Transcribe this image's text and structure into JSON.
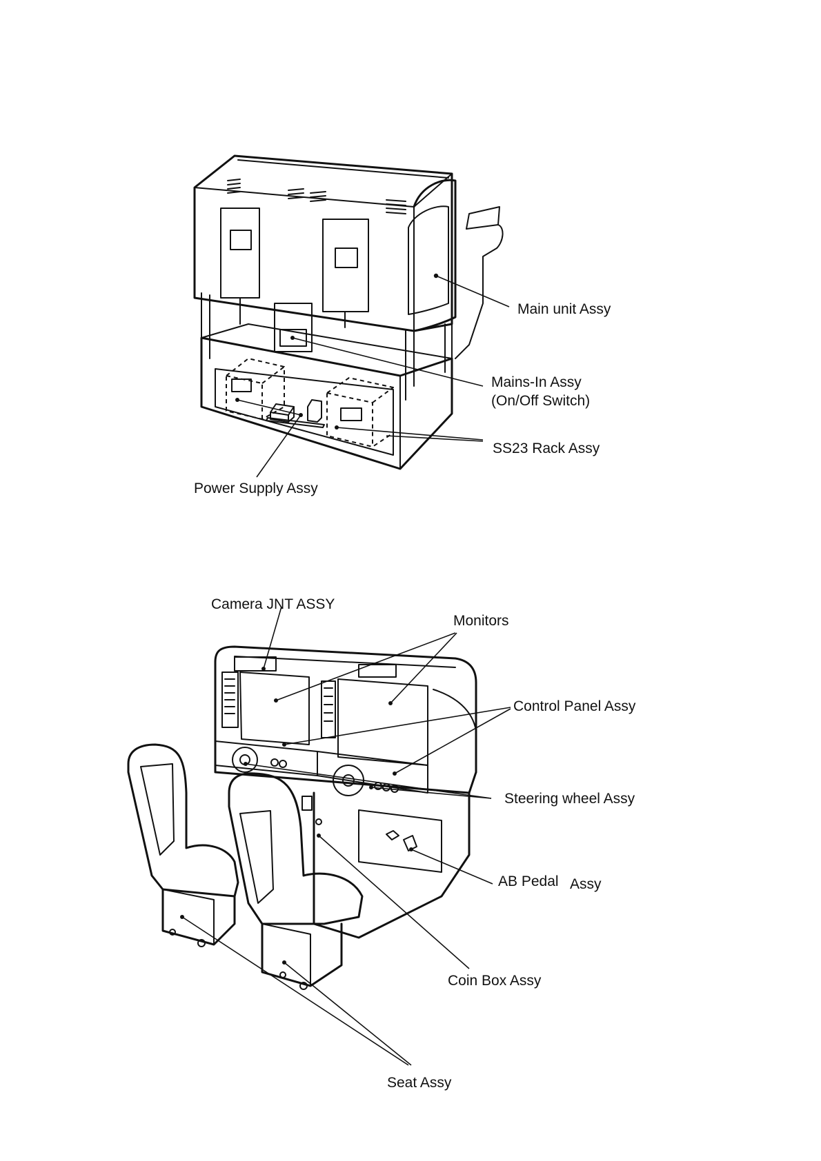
{
  "labels": {
    "main_unit": "Main unit Assy",
    "mains_in_line1": "Mains-In Assy",
    "mains_in_line2": "(On/Off Switch)",
    "ss23_rack": "SS23 Rack Assy",
    "power_supply": "Power Supply Assy",
    "camera_jnt": "Camera JNT ASSY",
    "monitors": "Monitors",
    "control_panel": "Control Panel Assy",
    "steering_wheel": "Steering wheel Assy",
    "ab_pedal": "AB Pedal",
    "ab_pedal_suffix": "Assy",
    "coin_box": "Coin Box Assy",
    "seat": "Seat Assy"
  }
}
